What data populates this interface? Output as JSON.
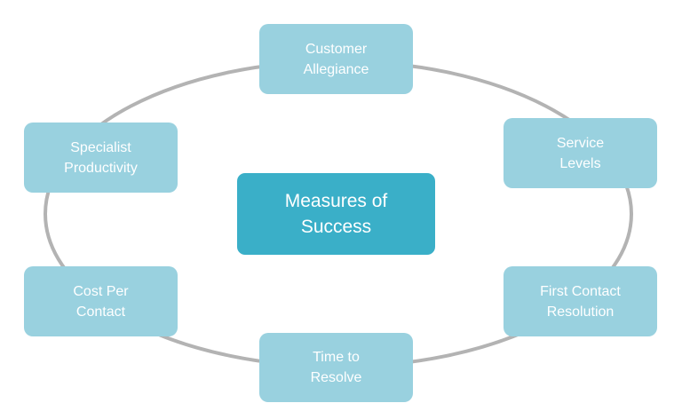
{
  "diagram": {
    "center": {
      "label": "Measures of\nSuccess",
      "color": "#3aafc8"
    },
    "ring_color": "#b3b3b3",
    "node_color": "#99d1df",
    "nodes": [
      {
        "id": "customer-allegiance",
        "label": "Customer\nAllegiance"
      },
      {
        "id": "service-levels",
        "label": "Service\nLevels"
      },
      {
        "id": "first-contact-resolution",
        "label": "First Contact\nResolution"
      },
      {
        "id": "time-to-resolve",
        "label": "Time to\nResolve"
      },
      {
        "id": "cost-per-contact",
        "label": "Cost Per\nContact"
      },
      {
        "id": "specialist-productivity",
        "label": "Specialist\nProductivity"
      }
    ]
  }
}
